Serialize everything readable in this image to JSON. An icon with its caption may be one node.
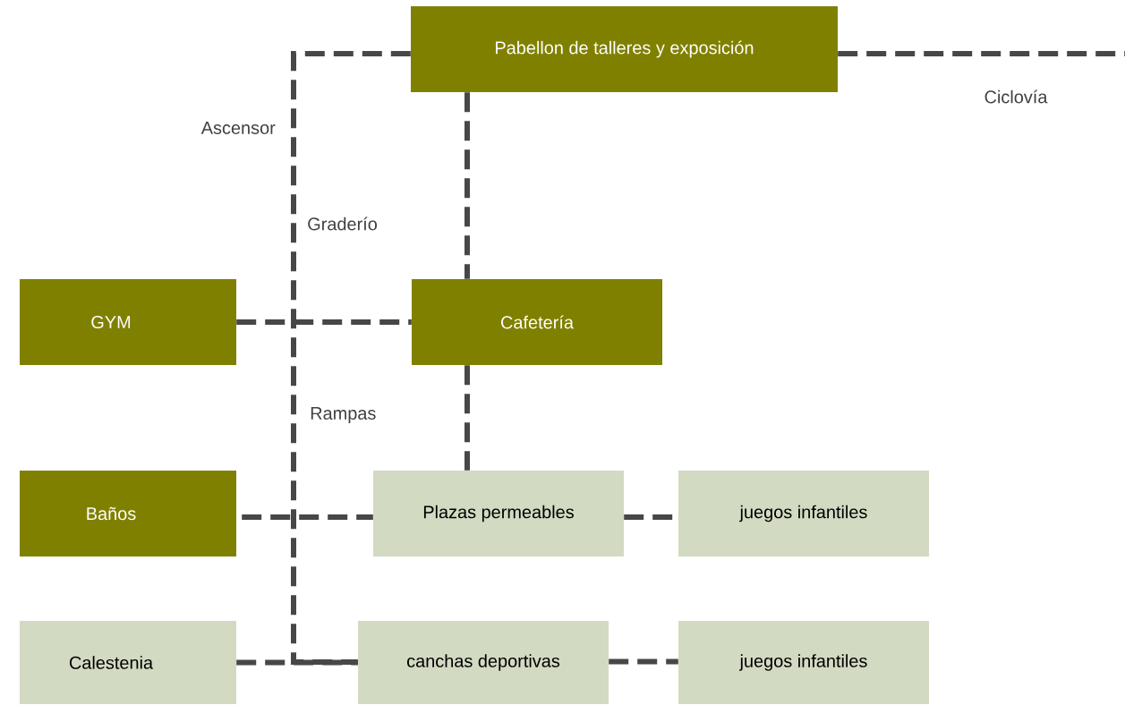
{
  "diagram": {
    "nodes": [
      {
        "text": [
          "Pabellon de talleres y exposición"
        ]
      },
      {
        "text": [
          "GYM"
        ]
      },
      {
        "text": [
          "Cafetería"
        ]
      },
      {
        "text": [
          "Baños"
        ]
      },
      {
        "text": [
          "Plazas permeables"
        ]
      },
      {
        "text": [
          "juegos infantiles"
        ]
      },
      {
        "text": [
          "Calestenia"
        ]
      },
      {
        "text": [
          "canchas deportivas"
        ]
      },
      {
        "text": [
          "juegos infantiles"
        ]
      }
    ],
    "edges": [
      {
        "from": 0,
        "to": null,
        "arrow": "none",
        "style": "dashed",
        "label": "Ciclovía"
      },
      {
        "from": 0,
        "to": 2,
        "arrow": "none",
        "style": "dashed"
      },
      {
        "from": 0,
        "to": 7,
        "arrow": "none",
        "style": "dashed"
      },
      {
        "from": 1,
        "to": 2,
        "arrow": "none",
        "style": "dashed"
      },
      {
        "from": 2,
        "to": 4,
        "arrow": "none",
        "style": "dashed"
      },
      {
        "from": 3,
        "to": 4,
        "arrow": "none",
        "style": "dashed"
      },
      {
        "from": 4,
        "to": 5,
        "arrow": "none",
        "style": "dashed"
      },
      {
        "from": 6,
        "to": 7,
        "arrow": "none",
        "style": "dashed"
      },
      {
        "from": 7,
        "to": 8,
        "arrow": "none",
        "style": "dashed"
      }
    ],
    "labels": [
      "Ascensor",
      "Graderío",
      "Rampas"
    ]
  }
}
